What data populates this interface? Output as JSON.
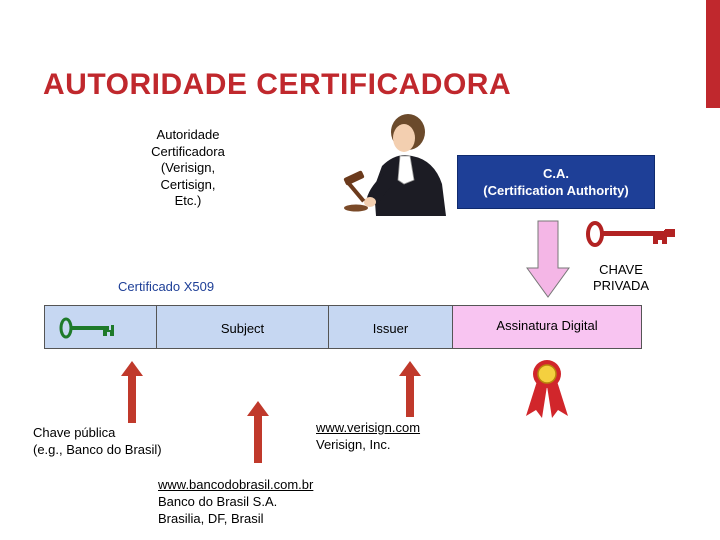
{
  "title": "AUTORIDADE CERTIFICADORA",
  "ca_label": [
    "Autoridade",
    "Certificadora",
    "(Verisign,",
    "Certisign,",
    "Etc.)"
  ],
  "ca_box": {
    "line1": "C.A.",
    "line2": "(Certification Authority)"
  },
  "chave_privada": [
    "CHAVE",
    "PRIVADA"
  ],
  "certificate": {
    "label": "Certificado X509",
    "fields": {
      "subject": "Subject",
      "issuer": "Issuer",
      "signature": "Assinatura Digital"
    }
  },
  "chave_publica": [
    "Chave pública",
    "(e.g., Banco do Brasil)"
  ],
  "issuer_info": {
    "url": "www.verisign.com",
    "name": "Verisign, Inc."
  },
  "subject_info": {
    "url": "www.bancodobrasil.com.br",
    "name": "Banco do Brasil S.A.",
    "location": "Brasilia, DF, Brasil"
  },
  "colors": {
    "accent": "#c0282d",
    "ca_box": "#1e3f97",
    "cert_cells": "#c6d7f2",
    "signature_cell": "#f8c4f1",
    "key_green": "#1e7a2a",
    "key_red": "#b22222",
    "arrow_red": "#c0392b",
    "arrow_pink": "#f4b6e6"
  },
  "icons": [
    "judge-with-gavel-icon",
    "red-key-icon",
    "green-key-icon",
    "ribbon-seal-icon"
  ]
}
